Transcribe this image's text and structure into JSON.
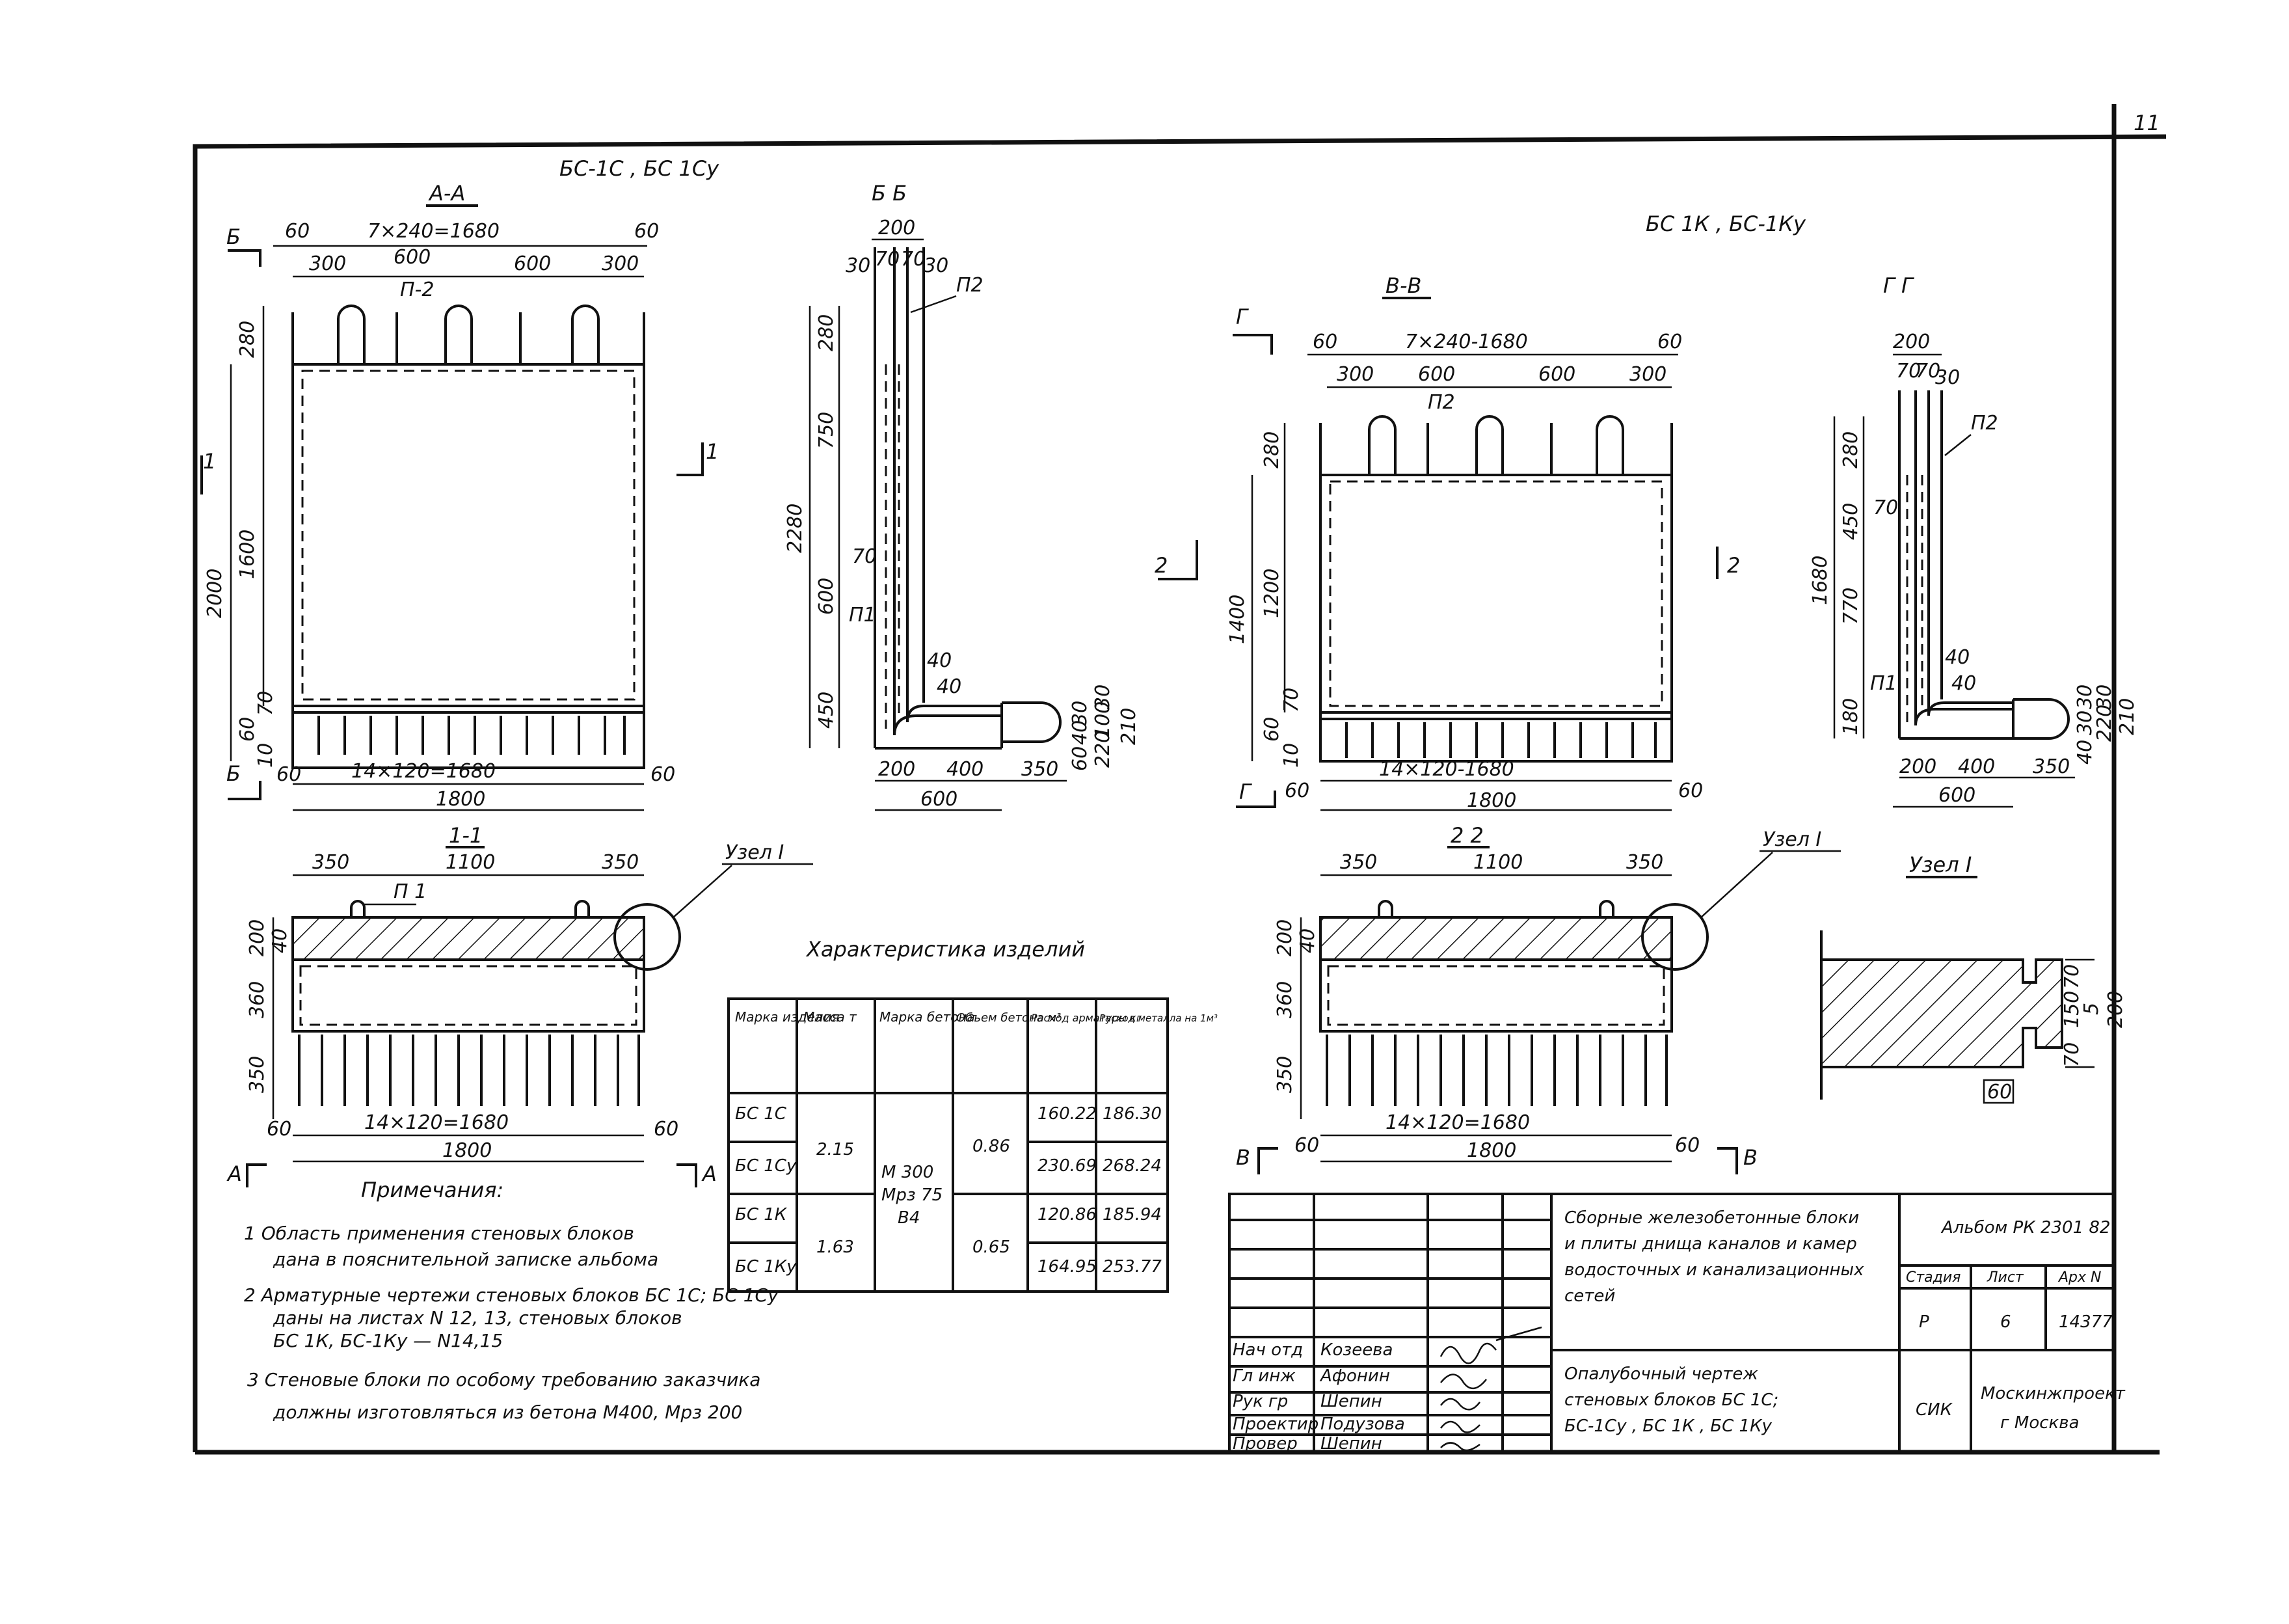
{
  "sheet": {
    "sheet_number": "11"
  },
  "views": {
    "left_group_title": "БС-1С , БС 1Су",
    "right_group_title": "БС 1К , БС-1Ку",
    "aa": {
      "title": "А-А",
      "label_top": "Б",
      "label_bottom": "Б",
      "cut_label": "1",
      "dims": {
        "top_total": "7×240=1680",
        "left_edge": "60",
        "right_edge": "60",
        "seg1": "300",
        "seg2": "600",
        "seg3": "600",
        "seg4": "300",
        "h_top": "280",
        "h_body": "1600",
        "h_total": "2000",
        "h_b1": "70",
        "h_b2": "60",
        "h_b3": "10",
        "bottom_pitch": "14×120=1680",
        "bottom_left": "60",
        "bottom_right": "60",
        "bottom_total": "1800"
      },
      "callout": "П-2"
    },
    "bb": {
      "title": "Б Б",
      "dims": {
        "top_total": "200",
        "t1": "30",
        "t2": "70",
        "t3": "70",
        "t4": "30",
        "v1": "280",
        "v2": "750",
        "v3": "600",
        "v4": "450",
        "v_total": "2280",
        "side1": "70",
        "side2": "40",
        "side3": "40",
        "foot1": "200",
        "foot2": "400",
        "foot3": "350",
        "foot_total": "600",
        "r1": "30",
        "r2": "40",
        "r3": "60",
        "r4": "30",
        "r5": "100",
        "r6": "220",
        "r7": "210"
      },
      "callout_p2": "П2",
      "callout_p1": "П1"
    },
    "vv": {
      "title": "В-В",
      "label_top": "Г",
      "label_bottom": "Г",
      "cut_label_left": "2",
      "cut_label_right": "2",
      "dims": {
        "top_total": "7×240-1680",
        "left_edge": "60",
        "right_edge": "60",
        "seg1": "300",
        "seg2": "600",
        "seg3": "600",
        "seg4": "300",
        "h_top": "280",
        "h_body": "1200",
        "h_total": "1400",
        "h_b1": "70",
        "h_b2": "60",
        "h_b3": "10",
        "bottom_pitch": "14×120-1680",
        "bottom_left": "60",
        "bottom_right": "60",
        "bottom_total": "1800"
      },
      "callout": "П2"
    },
    "gg": {
      "title": "Г Г",
      "dims": {
        "top_total": "200",
        "t1": "70",
        "t2": "70",
        "t3": "30",
        "v1": "280",
        "v2": "450",
        "v3": "770",
        "v4": "180",
        "v_total": "1680",
        "side1": "70",
        "side2": "40",
        "side3": "40",
        "foot1": "200",
        "foot2": "400",
        "foot3": "350",
        "foot_total": "600",
        "r1": "30",
        "r2": "30",
        "r3": "40",
        "r4": "30",
        "r5": "220",
        "r6": "210"
      },
      "callout_p2": "П2",
      "callout_p1": "П1"
    },
    "s11": {
      "title": "1-1",
      "node_label": "Узел I",
      "callout": "П 1",
      "dims": {
        "top_left": "350",
        "top_mid": "1100",
        "top_right": "350",
        "h1": "200",
        "h1b": "40",
        "h2": "360",
        "h3": "350",
        "pitch": "14×120=1680",
        "left": "60",
        "right": "60",
        "total": "1800"
      },
      "cut_left": "А",
      "cut_right": "А"
    },
    "s22": {
      "title": "2 2",
      "node_label": "Узел I",
      "dims": {
        "top_left": "350",
        "top_mid": "1100",
        "top_right": "350",
        "h1": "200",
        "h1b": "40",
        "h2": "360",
        "h3": "350",
        "pitch": "14×120=1680",
        "left": "60",
        "right": "60",
        "total": "1800"
      },
      "cut_left": "В",
      "cut_right": "В"
    },
    "node": {
      "title": "Узел I",
      "dims": {
        "d1": "70",
        "d2": "150",
        "d3": "70",
        "d4": "5",
        "d5": "200",
        "d6": "60"
      }
    }
  },
  "table": {
    "title": "Характеристика изделий",
    "headers": [
      "Марка изделия",
      "Масса т",
      "Марка бетона",
      "Объем бетона м³",
      "Расход арматуры кг",
      "Расход металла на 1м³"
    ],
    "rows": [
      {
        "mark": "БС 1С",
        "vol_arm": "160.22",
        "vol_met": "186.30"
      },
      {
        "mark": "БС 1Су",
        "vol_arm": "230.69",
        "vol_met": "268.24"
      },
      {
        "mark": "БС 1К",
        "vol_arm": "120.86",
        "vol_met": "185.94"
      },
      {
        "mark": "БС 1Ку",
        "vol_arm": "164.95",
        "vol_met": "253.77"
      }
    ],
    "mass_1": "2.15",
    "mass_2": "1.63",
    "concrete_1": "М 300",
    "concrete_2": "Мрз 75",
    "concrete_3": "В4",
    "volume_1": "0.86",
    "volume_2": "0.65"
  },
  "notes": {
    "title": "Примечания:",
    "n1_a": "1 Область применения стеновых блоков",
    "n1_b": "дана в пояснительной записке альбома",
    "n2_a": "2 Арматурные чертежи стеновых блоков БС 1С; БС 1Су",
    "n2_b": "даны на листах N 12, 13, стеновых блоков",
    "n2_c": "БС 1К, БС-1Ку — N14,15",
    "n3_a": "3 Стеновые блоки по особому требованию заказчика",
    "n3_b": "должны изготовляться из бетона М400, Мрз 200"
  },
  "title_block": {
    "roles": [
      "Нач отд",
      "Гл инж",
      "Рук гр",
      "Проектир",
      "Провер"
    ],
    "names": [
      "Козеева",
      "Афонин",
      "Шепин",
      "Подузова",
      "Шепин"
    ],
    "desc_1": "Сборные железобетонные блоки",
    "desc_2": "и плиты днища каналов и камер",
    "desc_3": "водосточных и канализационных",
    "desc_4": "сетей",
    "album": "Альбом РК 2301 82",
    "col_stage": "Стадия",
    "col_sheet": "Лист",
    "col_arch": "Арх N",
    "stage": "Р",
    "sheet": "6",
    "arch": "14377",
    "drawing_1": "Опалубочный чертеж",
    "drawing_2": "стеновых блоков БС 1С;",
    "drawing_3": "БС-1Су , БС 1К , БС 1Ку",
    "org_code": "СИК",
    "org_1": "Москинжпроект",
    "org_2": "г Москва"
  }
}
